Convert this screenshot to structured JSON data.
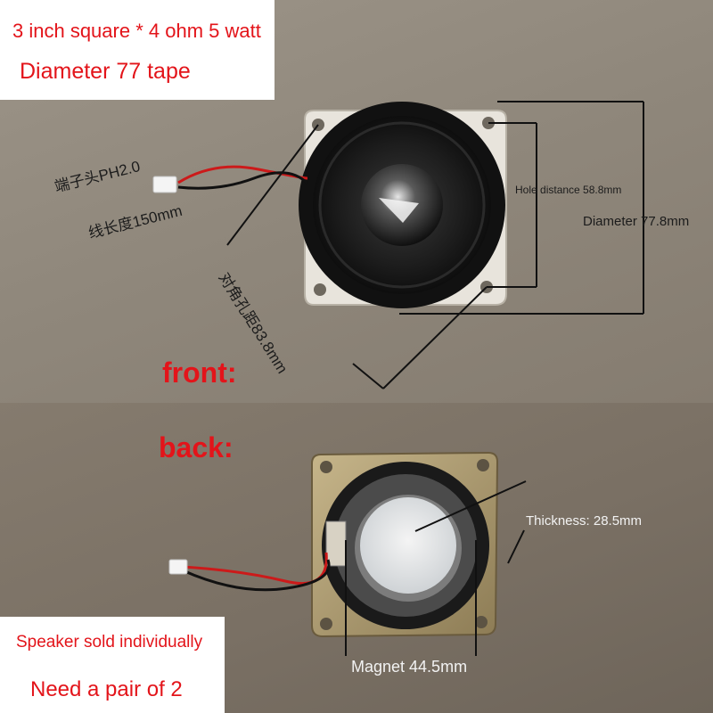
{
  "title": {
    "line1": "3 inch square * 4 ohm 5 watt",
    "line2": "Diameter 77 tape"
  },
  "labels": {
    "front": "front:",
    "back": "back:",
    "terminal": "端子头PH2.0",
    "wire_length": "线长度150mm",
    "diagonal": "对角孔距83.8mm",
    "hole_distance": "Hole distance 58.8mm",
    "diameter": "Diameter 77.8mm",
    "thickness": "Thickness: 28.5mm",
    "magnet": "Magnet 44.5mm"
  },
  "notes": {
    "line1": "Speaker sold individually",
    "line2": "Need a pair of 2"
  },
  "colors": {
    "accent_red": "#e3141a",
    "white_box": "#ffffff"
  }
}
